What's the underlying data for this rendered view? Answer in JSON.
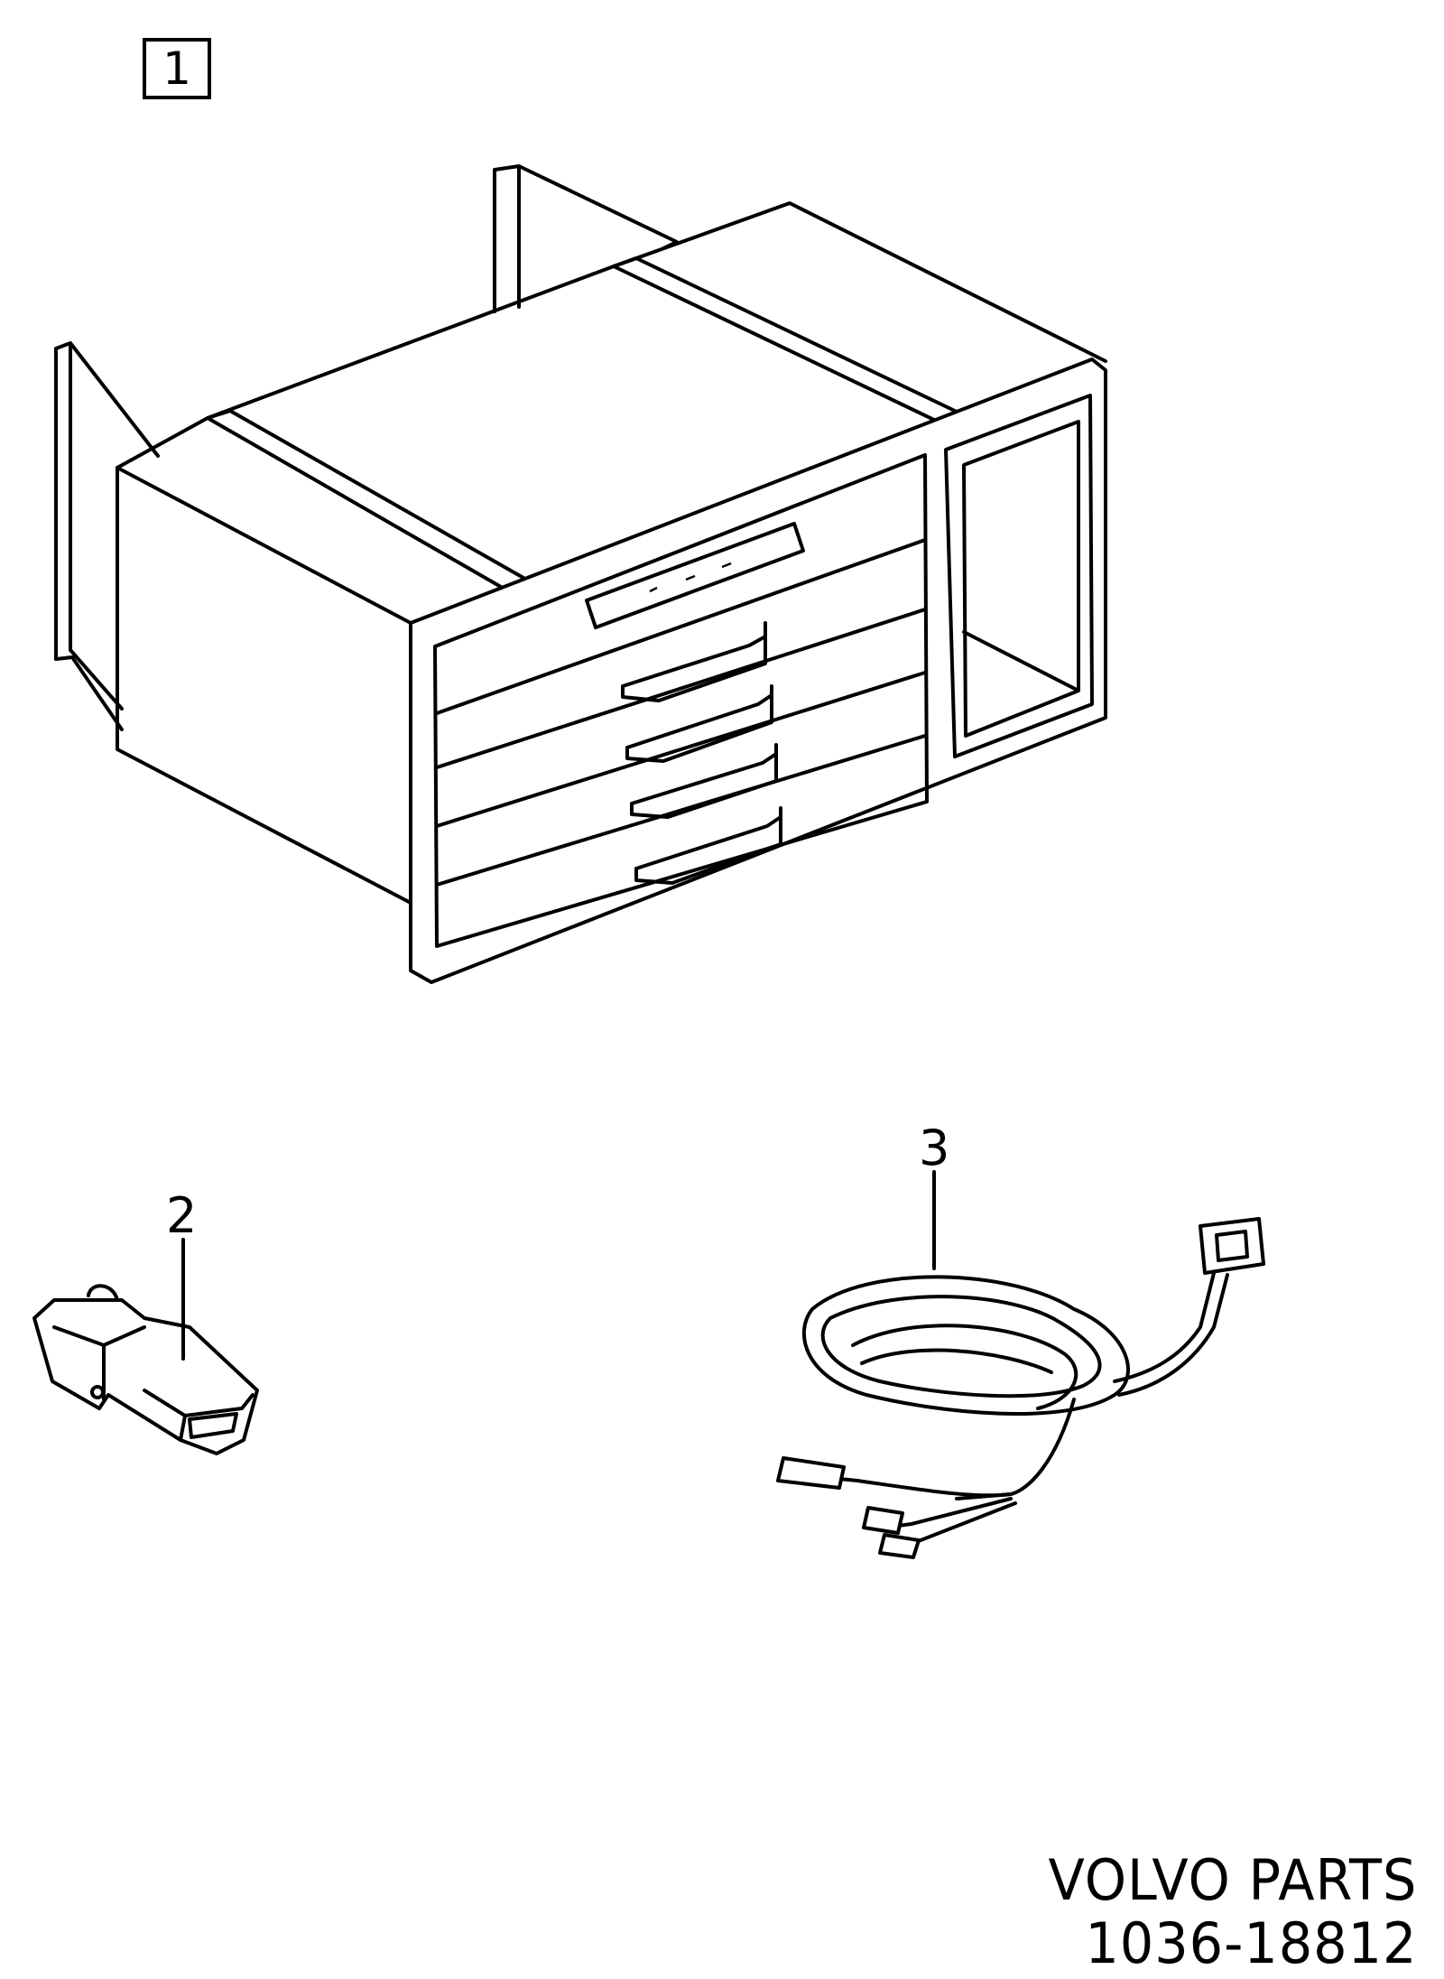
{
  "callouts": {
    "item1": "1",
    "item2": "2",
    "item3": "3"
  },
  "footer": {
    "brand": "VOLVO PARTS",
    "code": "1036-18812"
  }
}
